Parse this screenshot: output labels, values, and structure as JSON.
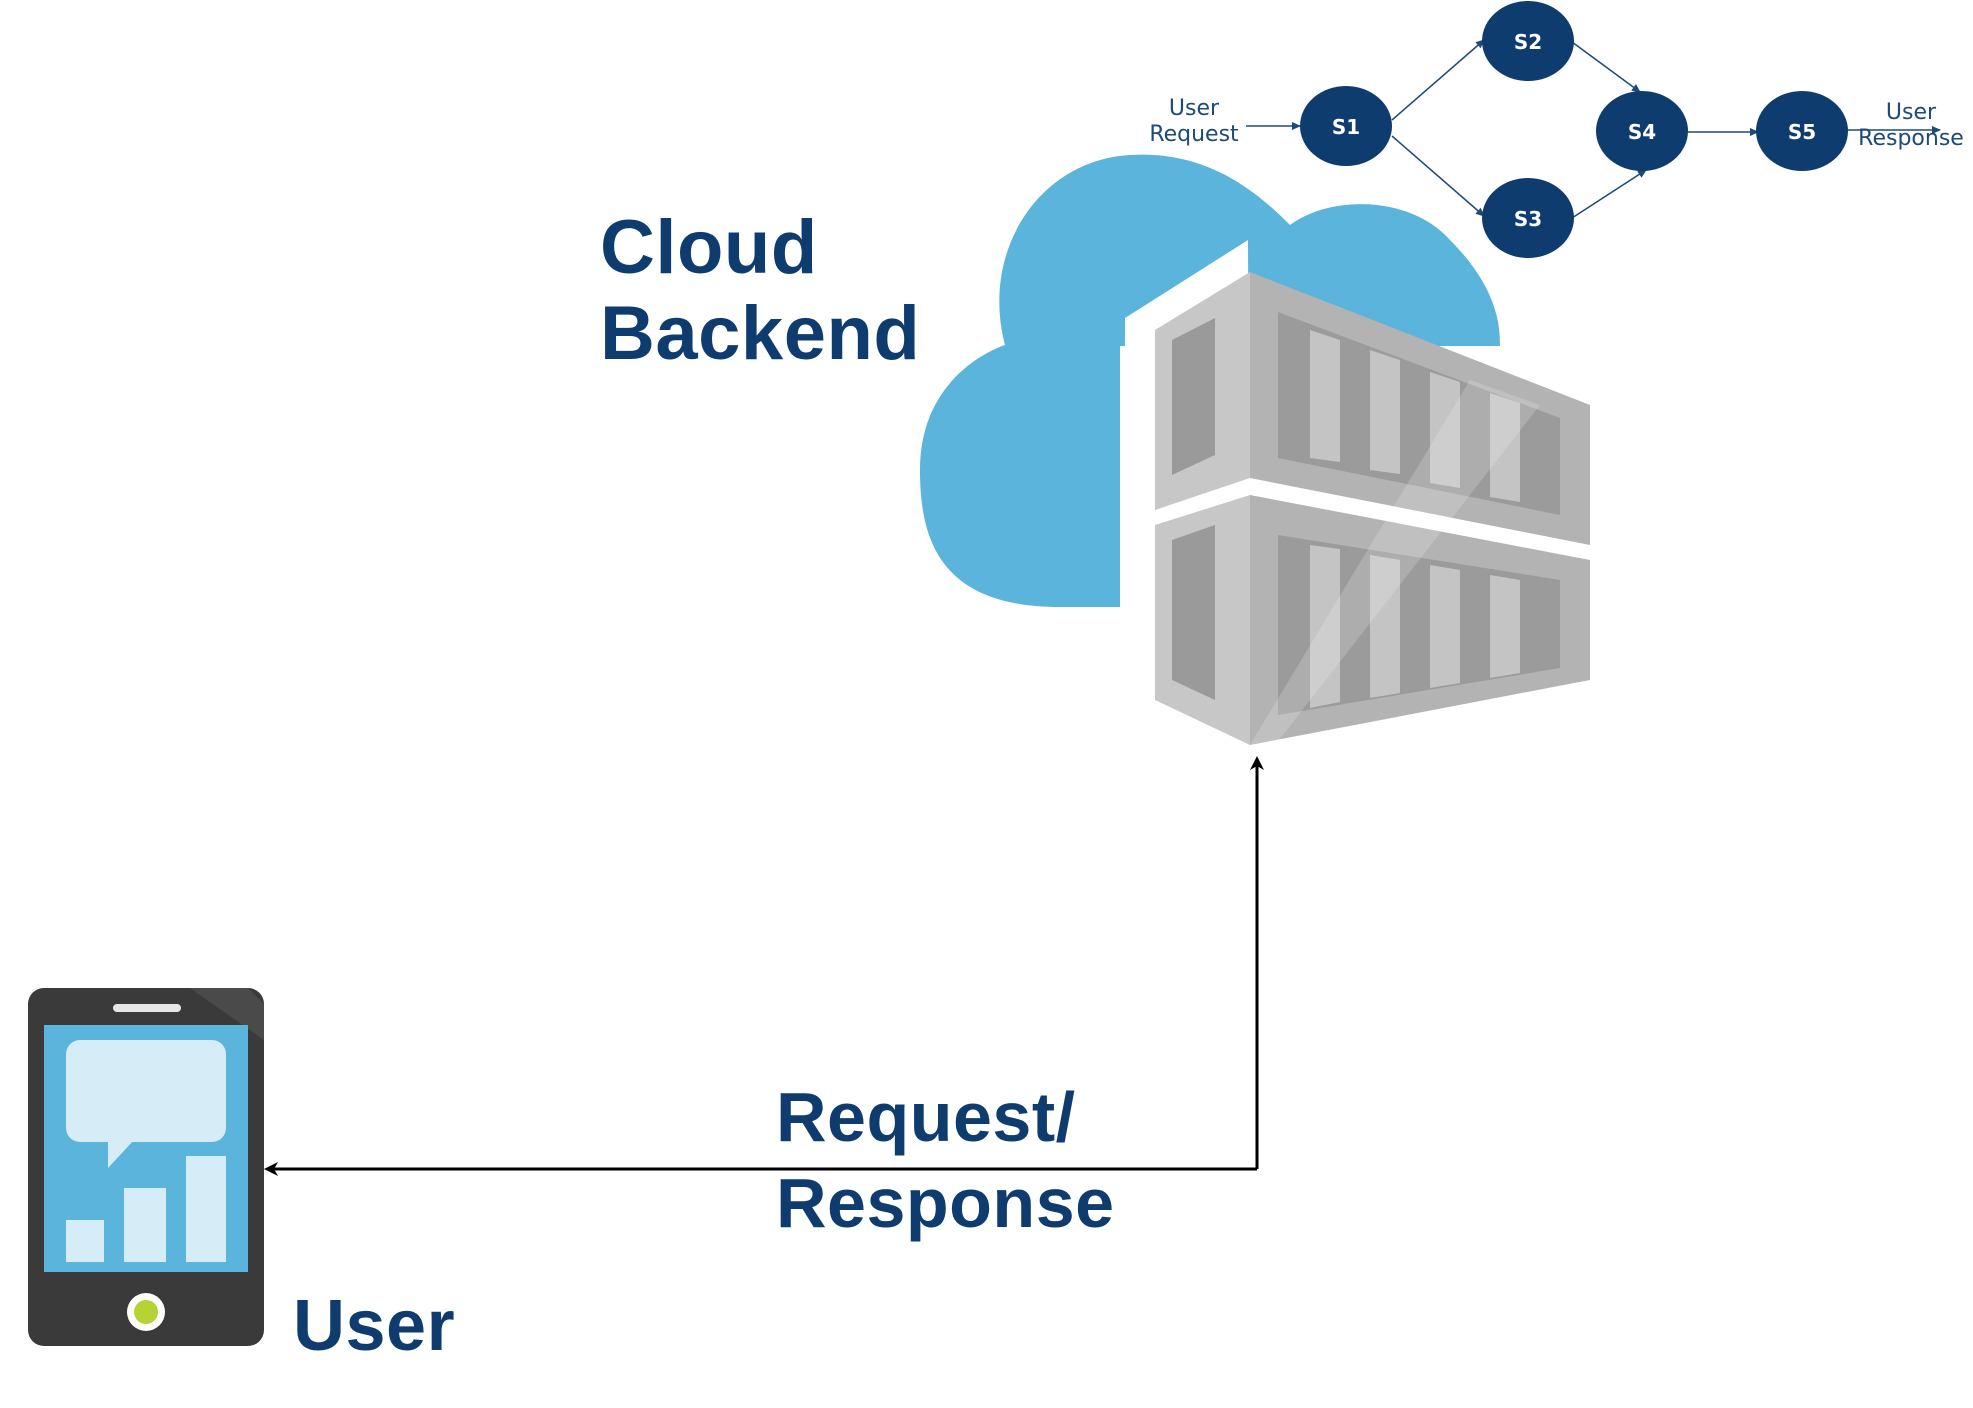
{
  "diagram": {
    "cloud_title_line1": "Cloud",
    "cloud_title_line2": "Backend",
    "user_title": "User",
    "arrow_label_line1": "Request/",
    "arrow_label_line2": "Response"
  },
  "flow": {
    "input_line1": "User",
    "input_line2": "Request",
    "output_line1": "User",
    "output_line2": "Response",
    "nodes": [
      "S1",
      "S2",
      "S3",
      "S4",
      "S5"
    ],
    "edges": [
      [
        "S1",
        "S2"
      ],
      [
        "S1",
        "S3"
      ],
      [
        "S2",
        "S4"
      ],
      [
        "S3",
        "S4"
      ],
      [
        "S4",
        "S5"
      ]
    ]
  },
  "colors": {
    "node_fill": "#0f3c6e",
    "label_text": "#0f3c6e",
    "cloud": "#5ab4dc",
    "container_light": "#bdbdbd",
    "container_dark": "#8c8c8c",
    "phone_body": "#3a3a3a",
    "phone_screen": "#5ab4dc",
    "phone_button": "#b5d334"
  },
  "icons": [
    "cloud-icon",
    "container-stack-icon",
    "smartphone-icon"
  ]
}
